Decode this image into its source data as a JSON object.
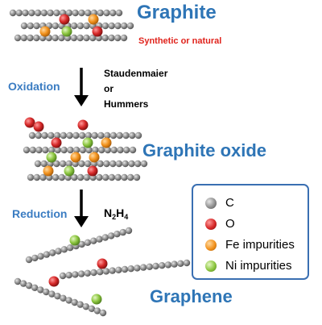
{
  "title": "Graphite",
  "subtitle": "Synthetic or natural",
  "step1": {
    "name": "Oxidation",
    "methods": [
      "Staudenmaier",
      "or",
      "Hummers"
    ]
  },
  "intermediate": "Graphite oxide",
  "step2": {
    "name": "Reduction",
    "reagent_main": "N",
    "reagent_sub1": "2",
    "reagent_h": "H",
    "reagent_sub2": "4"
  },
  "product": "Graphene",
  "legend": [
    {
      "label": "C",
      "color": "#8c8c8c"
    },
    {
      "label": "O",
      "color": "#d62828"
    },
    {
      "label": "Fe impurities",
      "color": "#f2921d"
    },
    {
      "label": "Ni impurities",
      "color": "#8cc63f"
    }
  ],
  "colors": {
    "carbon": "#8c8c8c",
    "oxygen": "#d62828",
    "iron": "#f2921d",
    "nickel": "#8cc63f",
    "title_blue": "#2e75b6",
    "subtitle_red": "#e0231c"
  }
}
